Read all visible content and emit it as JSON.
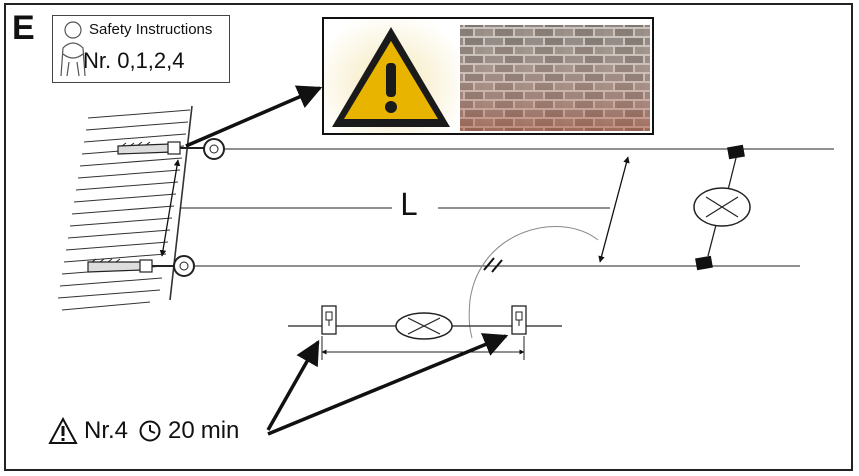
{
  "step": {
    "letter": "E"
  },
  "safety": {
    "title": "Safety Instructions",
    "reference": "Nr. 0,1,2,4"
  },
  "dimension": {
    "length_label": "L"
  },
  "footnote": {
    "ref": "Nr.4",
    "duration": "20",
    "unit": "min"
  },
  "colors": {
    "warning_yellow": "#e8b400",
    "warning_border": "#1a1a1a",
    "brick": "#8a6b5e",
    "line": "#222222"
  },
  "icons": [
    "person-icon",
    "warning-triangle-icon",
    "clock-icon",
    "lamp-icon",
    "eye-bolt-icon",
    "wall-anchor-icon",
    "cable-clamp-icon"
  ]
}
